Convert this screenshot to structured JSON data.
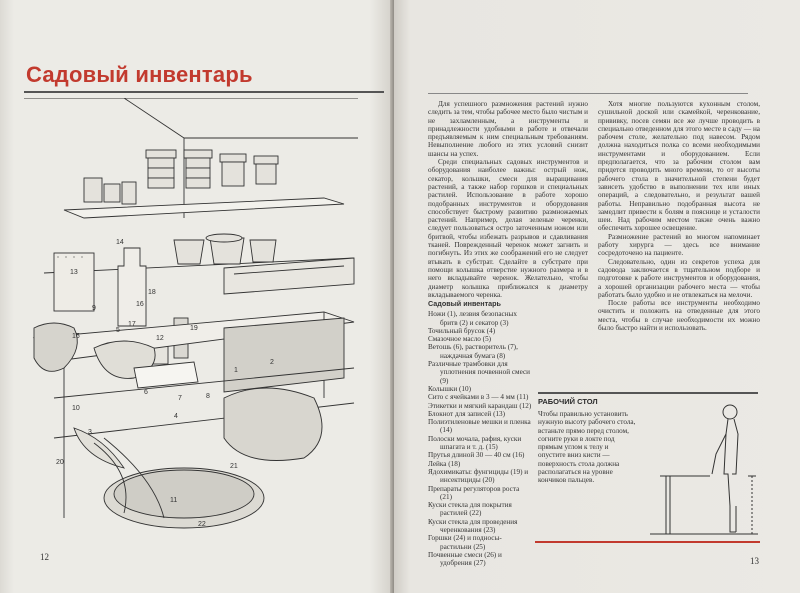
{
  "left_page": {
    "title": "Садовый инвентарь",
    "page_number": "12",
    "callouts": [
      "1",
      "2",
      "3",
      "4",
      "5",
      "6",
      "7",
      "8",
      "9",
      "10",
      "11",
      "12",
      "13",
      "14",
      "15",
      "16",
      "17",
      "18",
      "19",
      "20",
      "21",
      "22"
    ]
  },
  "right_page": {
    "page_number": "13",
    "col1_paragraphs": [
      "Для успешного размножения растений нужно следить за тем, чтобы рабочее место было чистым и не захламленным, а инструменты и принадлежности удобными в работе и отвечали предъявляемым к ним специальным требованиям. Невыполнение любого из этих условий снизит шансы на успех.",
      "Среди специальных садовых инструментов и оборудования наиболее важны: острый нож, секатор, кольшки, смеси для выращивания растений, а также набор горшков и специальных растилей. Использование в работе хорошо подобранных инструментов и оборудования способствует быстрому развитию размножаемых растений. Например, делая зеленые черенки, следует пользоваться остро заточенным ножом или бритвой, чтобы избежать разрывов и сдавливания тканей. Поврежденный черенок может загнить и погибнуть. Из этих же соображений его не следует втыкать в субстрат. Сделайте в субстрате при помощи колышка отверстие нужного размера и в него вкладывайте черенок. Желательно, чтобы диаметр колышка приближался к диаметру вкладываемого черенка."
    ],
    "col2_paragraphs": [
      "Хотя многие пользуются кухонным столом, сушильной доской или скамейкой, черенкование, прививку, посев семян все же лучше проводить в специально отведенном для этого месте в саду — на рабочем столе, желательно под навесом. Рядом должна находиться полка со всеми необходимыми инструментами и оборудованием. Если предполагается, что за рабочим столом вам придется проводить много времени, то от высоты рабочего стола в значительной степени будет зависеть удобство в выполнении тех или иных операций, а следовательно, и результат вашей работы. Неправильно подобранная высота не замедлит привести к болям в пояснице и усталости шеи. Над рабочим местом также очень важно обеспечить хорошее освещение.",
      "Размножение растений во многом напоминает работу хирурга — здесь все внимание сосредоточено на пациенте.",
      "Следовательно, один из секретов успеха для садовода заключается в тщательном подборе и подготовке к работе инструментов и оборудования, а хорошей организации рабочего места — чтобы работать было удобно и не отвлекаться на мелочи.",
      "После работы все инструменты необходимо очистить и положить на отведенные для этого места, чтобы в случае необходимости их можно было быстро найти и использовать."
    ],
    "inventory_title": "Садовый инвентарь",
    "inventory_items": [
      "Ножи (1), лезвия безопасных бритв (2) и секатор (3)",
      "Точильный брусок (4)",
      "Смазочное масло (5)",
      "Ветошь (6), растворитель (7), наждачная бумага (8)",
      "Различные трамбовки для уплотнения почвенной смеси (9)",
      "Колышки (10)",
      "Сито с ячейками в 3 — 4 мм (11)",
      "Этикетки и мягкий карандаш (12)",
      "Блокнот для записей (13)",
      "Полиэтиленовые мешки и пленка (14)",
      "Полоски мочала, рафия, куски шпагата и т. д. (15)",
      "Прутья длиной 30 — 40 см (16)",
      "Лейка (18)",
      "Ядохимикаты: фунгициды (19) и инсектициды (20)",
      "Препараты регуляторов роста (21)",
      "Куски стекла для покрытия растилей (22)",
      "Куски стекла для проведения черенкования (23)",
      "Горшки (24) и подносы-растильни (25)",
      "Почвенные смеси (26) и удобрения (27)"
    ],
    "workbench_title": "РАБОЧИЙ СТОЛ",
    "workbench_text": "Чтобы правильно установить нужную высоту рабочего стола, встаньте прямо перед столом, согните руки в локте под прямым углом к телу и опустите вниз кисти — поверхность стола должна располагаться на уровне кончиков пальцев."
  },
  "colors": {
    "title_red": "#c23a2e",
    "paper": "#ebe9e4",
    "ink": "#2a2a2a"
  }
}
